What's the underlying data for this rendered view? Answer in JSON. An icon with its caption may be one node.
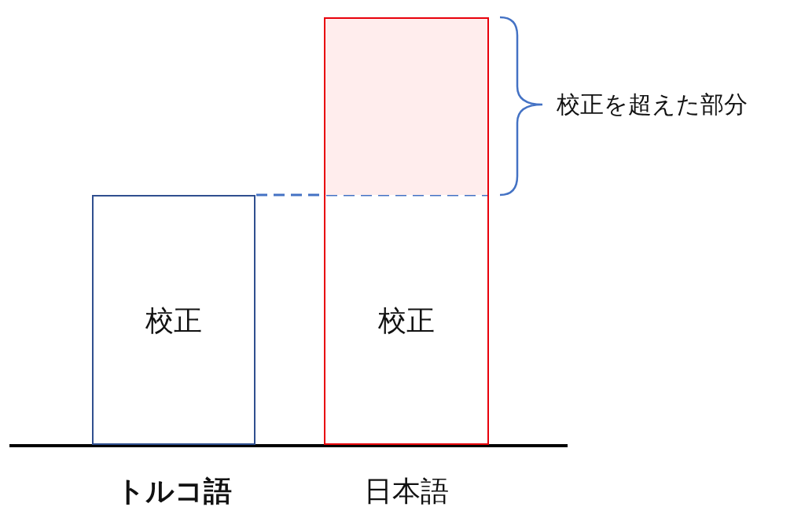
{
  "diagram": {
    "nodes": [
      {
        "text": [
          "校正"
        ]
      },
      {
        "text": [
          "校正"
        ]
      },
      {
        "text": [],
        "shape": "box",
        "in": 1
      }
    ],
    "edges": [
      {
        "from": 0,
        "to": 2,
        "arrow": "none",
        "style": "dashed",
        "color": "#4472c4"
      }
    ],
    "labels": [
      "校正を超えた部分",
      "トルコ語",
      "日本語"
    ]
  }
}
